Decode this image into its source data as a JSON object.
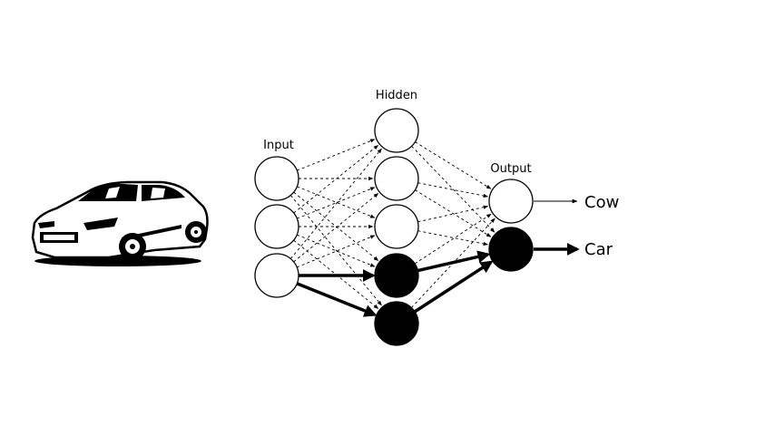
{
  "diagram": {
    "layers": [
      {
        "key": "input",
        "label": "Input",
        "nodes": [
          false,
          false,
          false
        ]
      },
      {
        "key": "hidden",
        "label": "Hidden",
        "nodes": [
          false,
          false,
          false,
          true,
          true
        ]
      },
      {
        "key": "output",
        "label": "Output",
        "nodes": [
          false,
          true
        ]
      }
    ],
    "outputs": [
      {
        "label": "Cow",
        "active": false
      },
      {
        "label": "Car",
        "active": true
      }
    ],
    "active_paths": [
      {
        "from": "input.2",
        "to": "hidden.3"
      },
      {
        "from": "input.2",
        "to": "hidden.4"
      },
      {
        "from": "hidden.3",
        "to": "output.1"
      },
      {
        "from": "hidden.4",
        "to": "output.1"
      }
    ],
    "image_subject": "car"
  },
  "colors": {
    "active": "#000000",
    "inactive": "#ffffff",
    "stroke": "#000000",
    "background": "#ffffff"
  }
}
